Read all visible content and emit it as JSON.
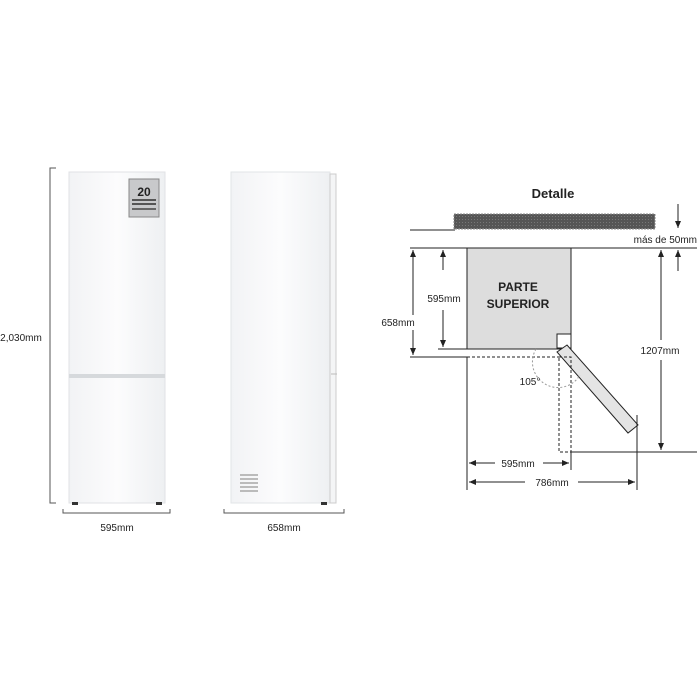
{
  "front_view": {
    "height_label": "2,030mm",
    "width_label": "595mm",
    "badge_text": "20"
  },
  "side_view": {
    "depth_label": "658mm"
  },
  "detail": {
    "title": "Detalle",
    "clearance_label": "más de 50mm",
    "box_label_line1": "PARTE",
    "box_label_line2": "SUPERIOR",
    "depth_total_label": "658mm",
    "depth_body_label": "595mm",
    "angle_label": "105°",
    "open_depth_label": "1207mm",
    "width_label": "595mm",
    "open_width_label": "786mm"
  }
}
